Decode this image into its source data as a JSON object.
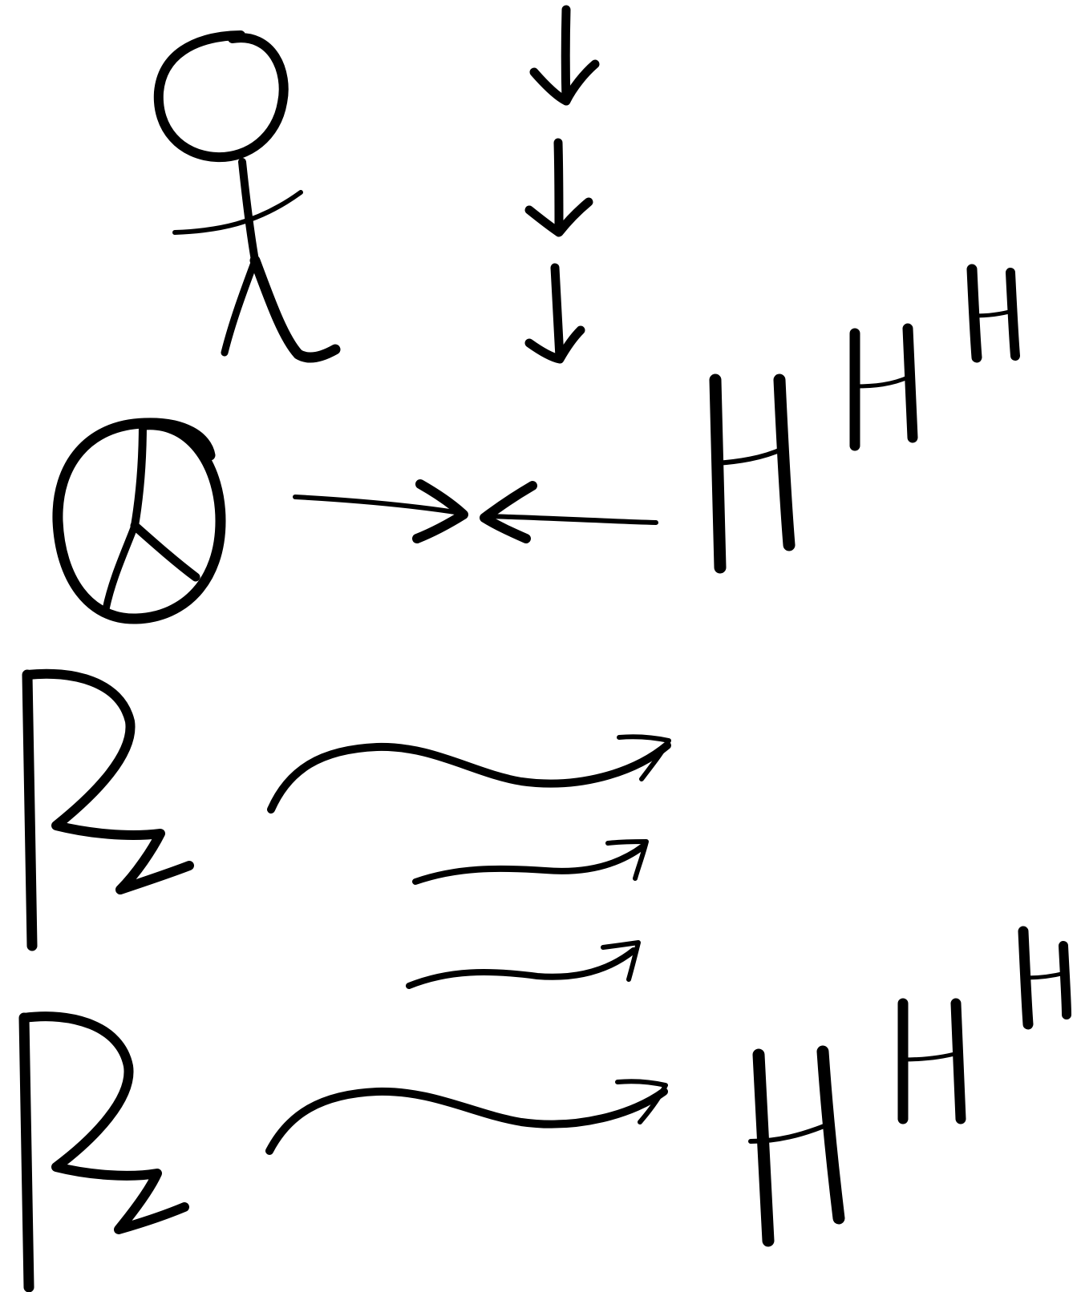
{
  "diagram": {
    "background": "#ffffff",
    "ink_color": "#000000",
    "rows": [
      {
        "name": "stick-figure-row",
        "symbols": [
          "stick-figure",
          "falling-arrows"
        ]
      },
      {
        "name": "peace-row",
        "symbols": [
          "peace-sign",
          "converging-arrows",
          "h-letters-ascending"
        ]
      },
      {
        "name": "flag-row-1",
        "symbols": [
          "zigzag-flag",
          "wavy-arrows"
        ]
      },
      {
        "name": "flag-row-2",
        "symbols": [
          "zigzag-flag",
          "wavy-arrow",
          "h-letters-ascending"
        ]
      }
    ]
  }
}
